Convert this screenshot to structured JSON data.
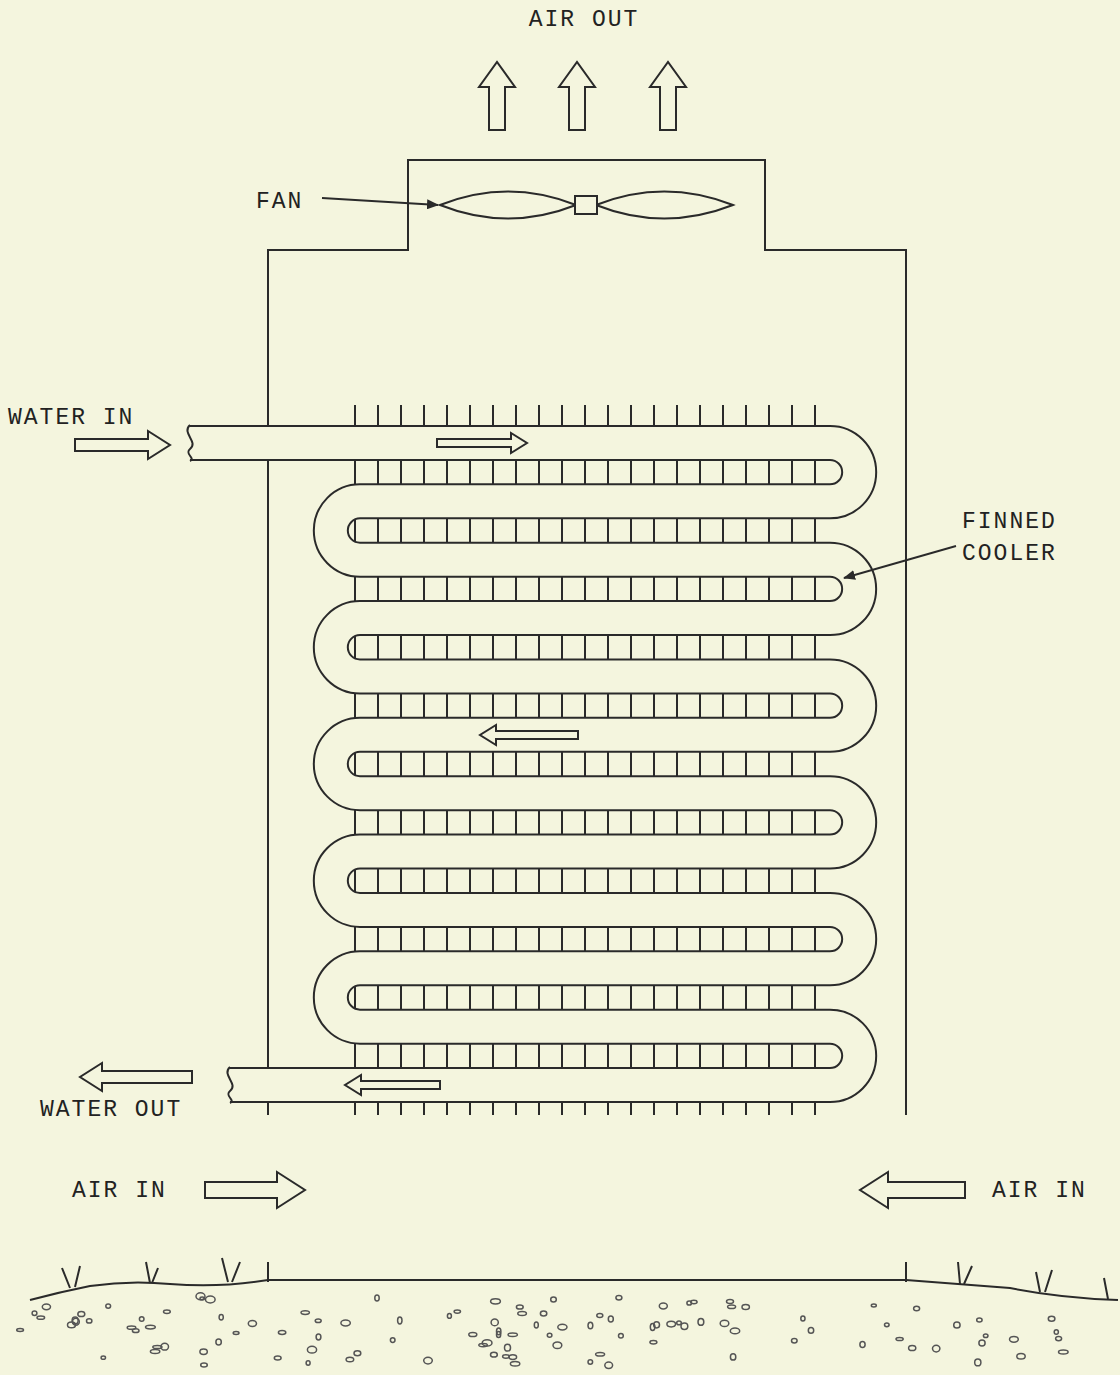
{
  "diagram": {
    "labels": [
      "AIR OUT",
      "FAN",
      "WATER IN",
      "FINNED COOLER",
      "WATER OUT",
      "AIR IN",
      "AIR IN"
    ]
  }
}
